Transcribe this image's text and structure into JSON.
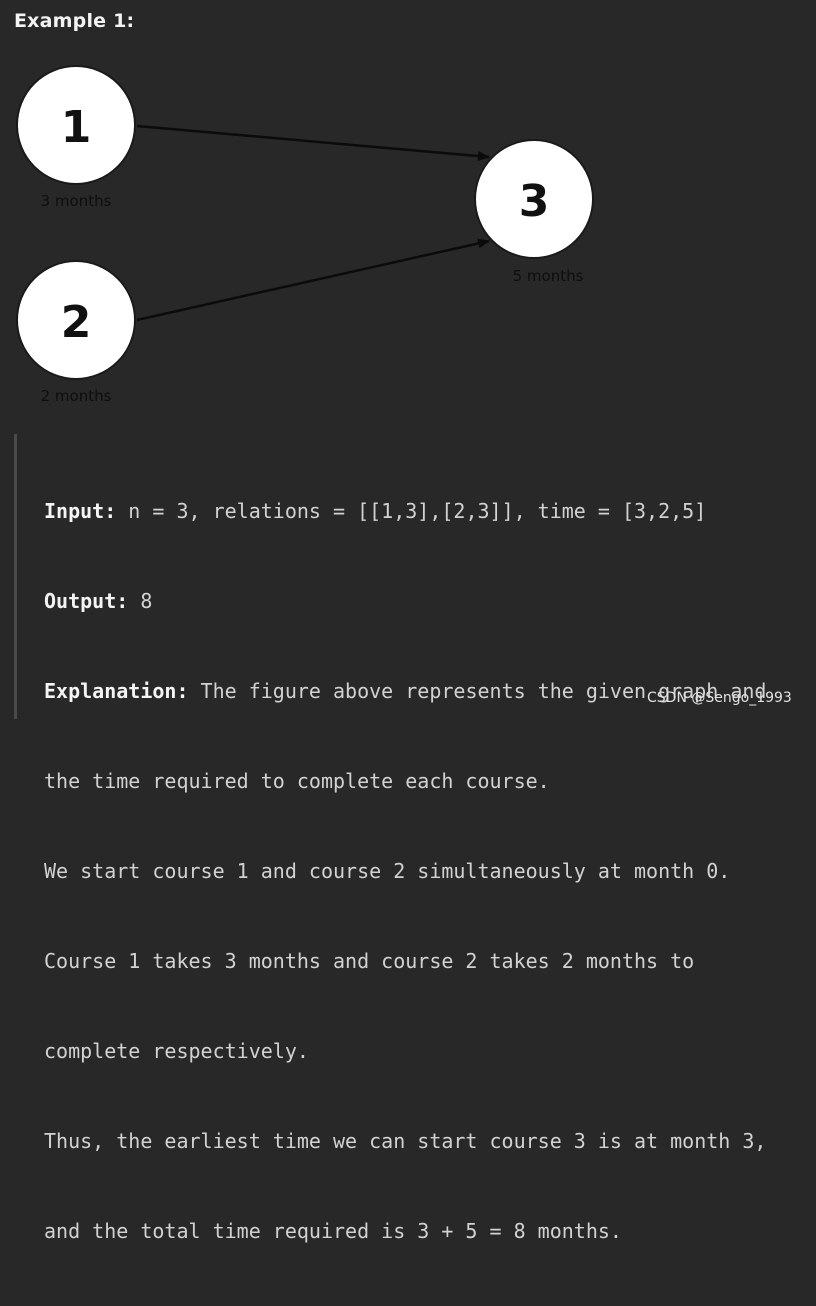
{
  "heading": "Example 1:",
  "graph": {
    "nodes": [
      {
        "id": "1",
        "duration": "3 months"
      },
      {
        "id": "2",
        "duration": "2 months"
      },
      {
        "id": "3",
        "duration": "5 months"
      }
    ],
    "edges": [
      {
        "from": "1",
        "to": "3"
      },
      {
        "from": "2",
        "to": "3"
      }
    ]
  },
  "example": {
    "input_label": "Input:",
    "input_value": " n = 3, relations = [[1,3],[2,3]], time = [3,2,5]",
    "output_label": "Output:",
    "output_value": " 8",
    "explanation_label": "Explanation:",
    "explanation_lines": [
      " The figure above represents the given graph and",
      "the time required to complete each course.",
      "We start course 1 and course 2 simultaneously at month 0.",
      "Course 1 takes 3 months and course 2 takes 2 months to",
      "complete respectively.",
      "Thus, the earliest time we can start course 3 is at month 3,",
      "and the total time required is 3 + 5 = 8 months."
    ]
  },
  "watermark": "CSDN @Sengo_1993"
}
